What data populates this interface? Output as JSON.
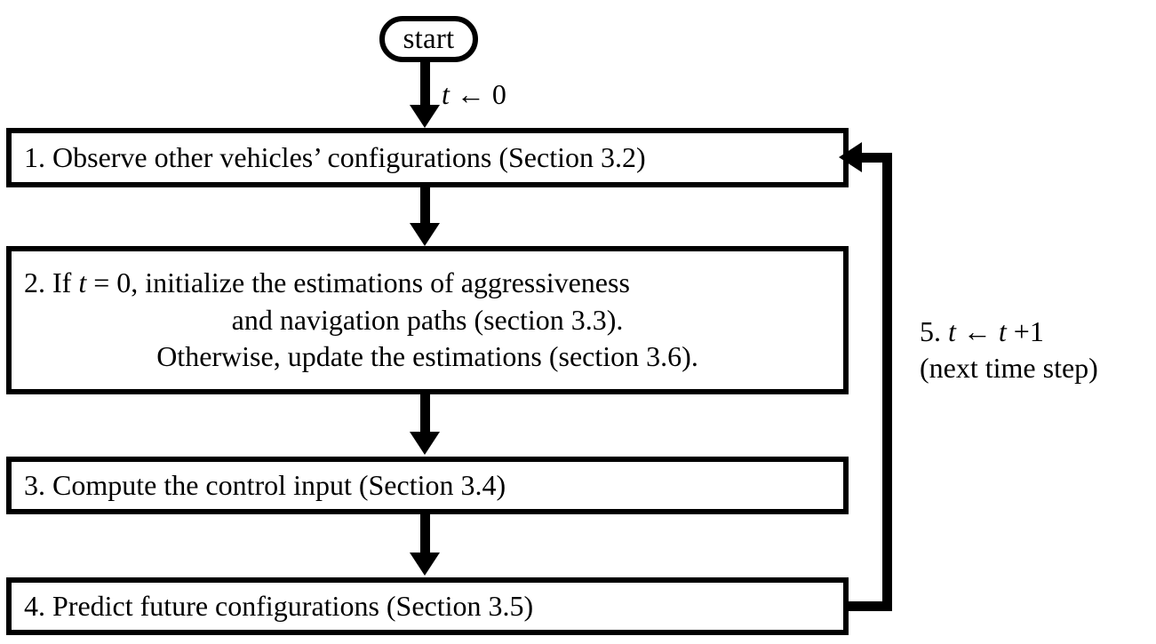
{
  "diagram": {
    "title": "Algorithm flowchart",
    "colors": {
      "stroke": "#000000",
      "fill": "#ffffff",
      "text": "#000000"
    },
    "start_node": {
      "label": "start"
    },
    "edge_labels": {
      "init_t": {
        "var": "t",
        "rest": " ← 0"
      }
    },
    "boxes": [
      {
        "id": "box1",
        "lines": [
          {
            "text": "1. Observe other vehicles’ configurations (Section 3.2)"
          }
        ]
      },
      {
        "id": "box2",
        "lines": [
          {
            "prefix": "2. If ",
            "var": "t",
            "suffix": " = 0, initialize the estimations of aggressiveness"
          },
          {
            "text": "and navigation paths (section 3.3)."
          },
          {
            "text": "Otherwise, update the estimations (section 3.6)."
          }
        ]
      },
      {
        "id": "box3",
        "lines": [
          {
            "text": "3. Compute the control input (Section 3.4)"
          }
        ]
      },
      {
        "id": "box4",
        "lines": [
          {
            "text": "4. Predict future configurations (Section 3.5)"
          }
        ]
      }
    ],
    "feedback_label": {
      "line1_prefix": "5. ",
      "line1_var_a": "t",
      "line1_mid": " ← ",
      "line1_var_b": "t",
      "line1_suffix": " +1",
      "line2": "(next time step)"
    }
  }
}
